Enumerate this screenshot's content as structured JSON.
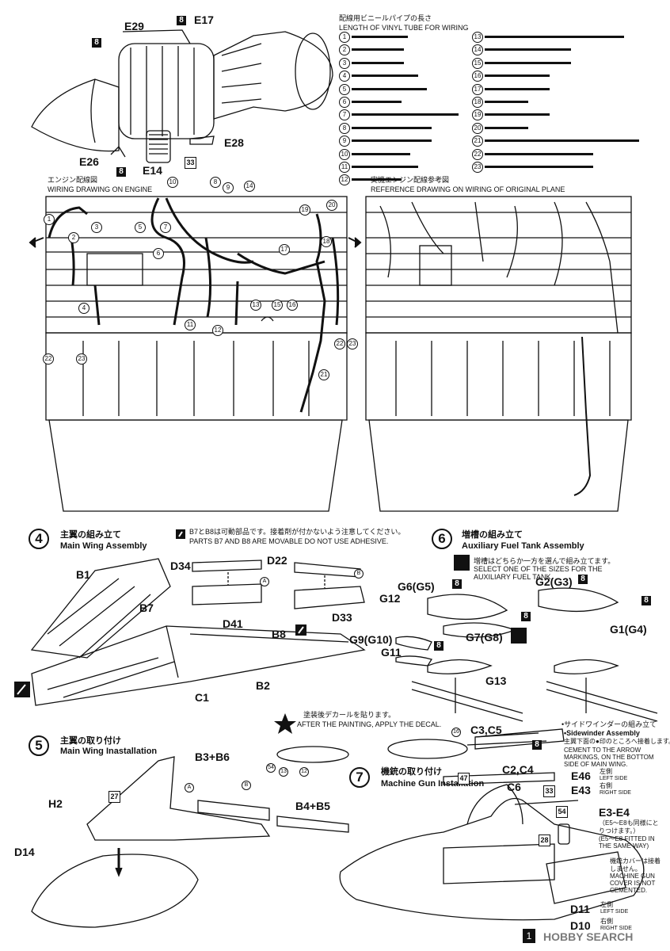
{
  "wiring_header": {
    "jp": "配線用ビニールパイプの長さ",
    "en": "LENGTH OF VINYL TUBE FOR WIRING"
  },
  "tubes_left": [
    {
      "num": "1",
      "len": 0.47
    },
    {
      "num": "2",
      "len": 0.44
    },
    {
      "num": "3",
      "len": 0.44
    },
    {
      "num": "4",
      "len": 0.56
    },
    {
      "num": "5",
      "len": 0.63
    },
    {
      "num": "6",
      "len": 0.42
    },
    {
      "num": "7",
      "len": 0.9
    },
    {
      "num": "8",
      "len": 0.67
    },
    {
      "num": "9",
      "len": 0.67
    },
    {
      "num": "10",
      "len": 0.49
    },
    {
      "num": "11",
      "len": 0.56
    },
    {
      "num": "12",
      "len": 0.42
    }
  ],
  "tubes_right": [
    {
      "num": "13",
      "len": 0.9
    },
    {
      "num": "14",
      "len": 0.56
    },
    {
      "num": "15",
      "len": 0.56
    },
    {
      "num": "16",
      "len": 0.42
    },
    {
      "num": "17",
      "len": 0.42
    },
    {
      "num": "18",
      "len": 0.28
    },
    {
      "num": "19",
      "len": 0.42
    },
    {
      "num": "20",
      "len": 0.28
    },
    {
      "num": "21",
      "len": 1.0
    },
    {
      "num": "22",
      "len": 0.7
    },
    {
      "num": "23",
      "len": 0.7
    }
  ],
  "engine_labels": {
    "e29": "E29",
    "e17": "E17",
    "e28": "E28",
    "e26": "E26",
    "e14": "E14",
    "paint8": "8",
    "paint33": "33"
  },
  "engine_wiring": {
    "jp": "エンジン配線図",
    "en": "WIRING DRAWING ON ENGINE"
  },
  "reference_drawing": {
    "jp": "実機エンジン配線参考図",
    "en": "REFERENCE DRAWING ON WIRING OF ORIGINAL PLANE"
  },
  "engine_refs": [
    "1",
    "2",
    "3",
    "4",
    "5",
    "6",
    "7",
    "8",
    "9",
    "10",
    "11",
    "12",
    "13",
    "14",
    "15",
    "16",
    "17",
    "18",
    "19",
    "20",
    "21",
    "22",
    "23"
  ],
  "step4": {
    "num": "4",
    "jp": "主翼の組み立て",
    "en": "Main Wing Assembly",
    "note_jp": "B7とB8は可動部品です。接着剤が付かないよう注意してください。",
    "note_en": "PARTS B7 AND B8 ARE MOVABLE DO NOT USE ADHESIVE.",
    "parts": {
      "b1": "B1",
      "b7": "B7",
      "b8": "B8",
      "b2": "B2",
      "c1": "C1",
      "d34": "D34",
      "d41": "D41",
      "d22": "D22",
      "d33": "D33",
      "a": "A",
      "b": "B"
    }
  },
  "step5": {
    "num": "5",
    "jp": "主翼の取り付け",
    "en": "Main Wing Inastallation",
    "decal_jp": "塗装後デカールを貼ります。",
    "decal_en": "AFTER THE PAINTING, APPLY THE  DECAL.",
    "parts": {
      "b3b6": "B3+B6",
      "b4b5": "B4+B5",
      "h2": "H2",
      "d14": "D14",
      "a": "A",
      "b": "B",
      "p27": "27",
      "p16": "16",
      "p54": "54",
      "p13": "13",
      "p12": "12"
    }
  },
  "step6": {
    "num": "6",
    "jp": "増槽の組み立て",
    "en": "Auxiliary Fuel Tank Assembly",
    "note_jp": "増槽はどちらか一方を選んで組み立てます。",
    "note_en": "SELECT ONE OF THE SIZES FOR THE AUXILIARY FUEL TANK.",
    "parts": {
      "g6g5": "G6(G5)",
      "g2g3": "G2(G3)",
      "g12": "G12",
      "g9g10": "G9(G10)",
      "g11": "G11",
      "g7g8": "G7(G8)",
      "g1g4": "G1(G4)",
      "g13": "G13",
      "p8": "8"
    }
  },
  "step7": {
    "num": "7",
    "jp": "機銃の取り付け",
    "en": "Machine Gun Installation",
    "sidewinder_jp": "•サイドワインダーの組み立て",
    "sidewinder_en": "•Sidewinder Assembly",
    "sidewinder_note_jp": "主翼下面の●印のところへ接着します。",
    "sidewinder_note_en": "CEMENT TO THE ARROW MARKINGS, ON THE BOTTOM SIDE OF MAIN WING.",
    "cover_jp": "機銃カバーは接着しません。",
    "cover_en": "MACHINE GUN COVER IS NOT CEMENTED.",
    "e5e8_jp": "（E5〜E8も同様にとりつけます。）",
    "e5e8_en": "(E5〜E8 FITTED IN THE SAME WAY)",
    "parts": {
      "c3c5": "C3,C5",
      "c2c4": "C2,C4",
      "c6": "C6",
      "e46": "E46",
      "e43": "E43",
      "e3e4": "E3-E4",
      "d11": "D11",
      "d10": "D10",
      "p47": "47",
      "p33": "33",
      "p54": "54",
      "p28": "28",
      "p8": "8"
    },
    "left_jp": "左側",
    "left_en": "LEFT SIDE",
    "right_jp": "右側",
    "right_en": "RIGHT SIDE"
  },
  "watermark": {
    "page_mark": "1",
    "logo": "HOBBY SEARCH"
  }
}
